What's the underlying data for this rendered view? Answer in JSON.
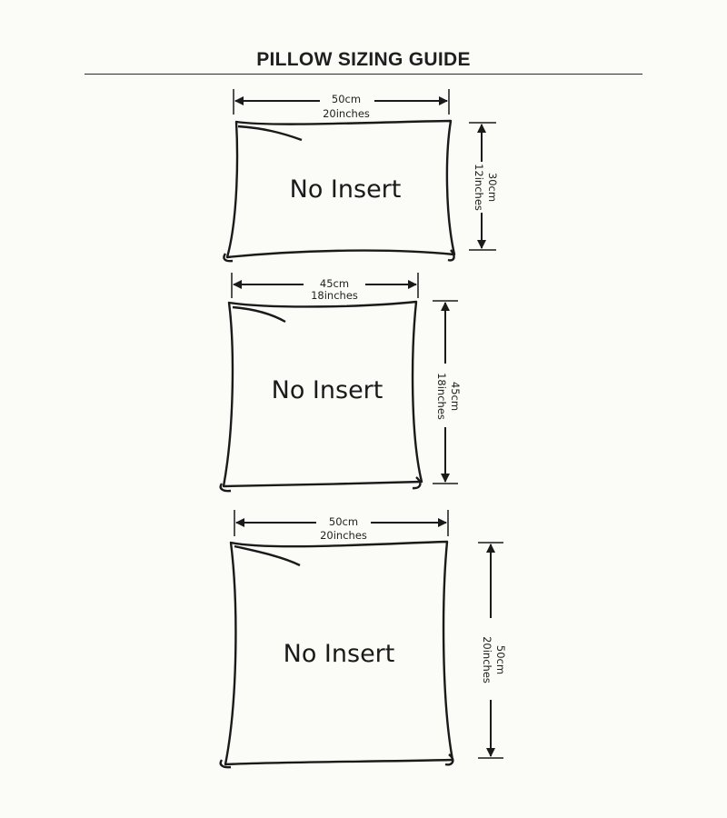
{
  "title": "PILLOW SIZING GUIDE",
  "colors": {
    "ink": "#1a1a1a",
    "background": "#fbfbf7"
  },
  "pillows": [
    {
      "label": "No Insert",
      "width_cm": "50cm",
      "width_in": "20inches",
      "height_cm": "30cm",
      "height_in": "12inches"
    },
    {
      "label": "No Insert",
      "width_cm": "45cm",
      "width_in": "18inches",
      "height_cm": "45cm",
      "height_in": "18inches"
    },
    {
      "label": "No Insert",
      "width_cm": "50cm",
      "width_in": "20inches",
      "height_cm": "50cm",
      "height_in": "20inches"
    }
  ]
}
